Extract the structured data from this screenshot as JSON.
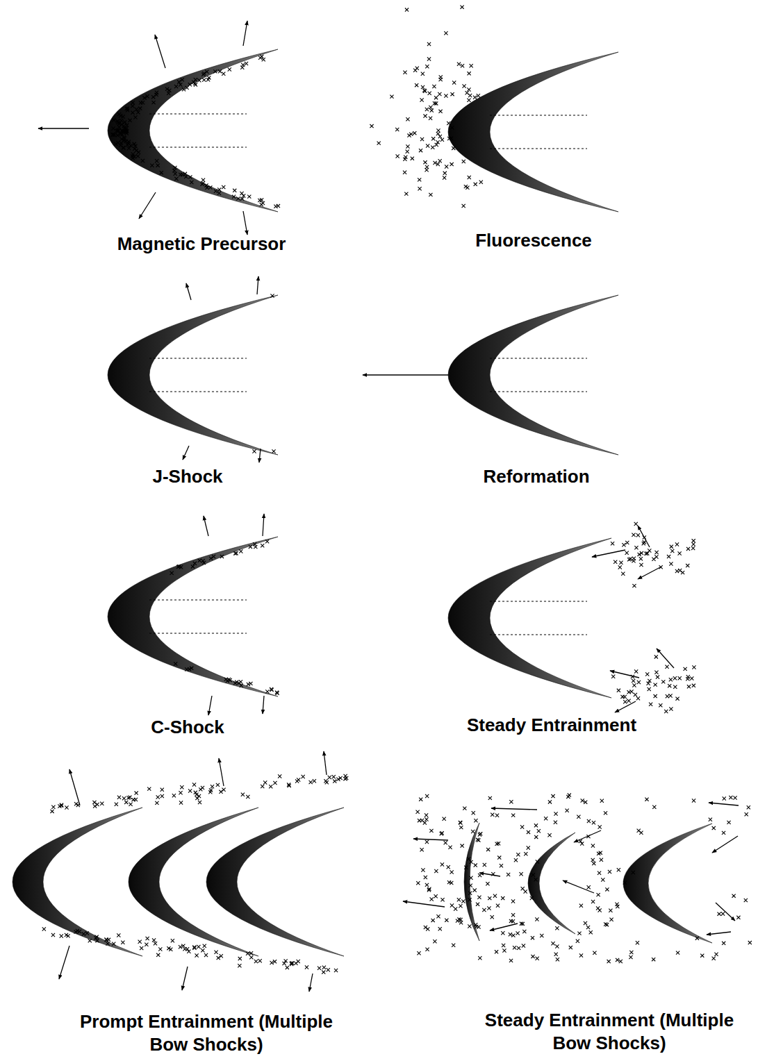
{
  "diagram": {
    "labels": [
      "Magnetic Precursor",
      "Fluorescence",
      "J-Shock",
      "Reformation",
      "C-Shock",
      "Steady Entrainment",
      "Prompt Entrainment (Multiple Bow Shocks)",
      "Steady Entrainment (Multiple Bow Shocks)"
    ]
  }
}
